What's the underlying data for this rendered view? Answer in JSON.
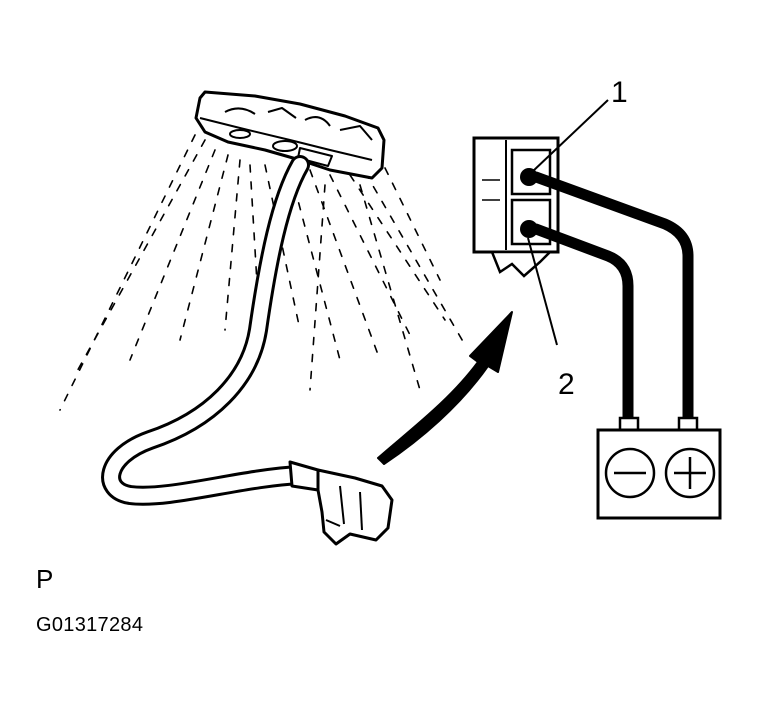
{
  "diagram": {
    "callouts": {
      "one": "1",
      "two": "2"
    },
    "view_letter": "P",
    "figure_id": "G01317284"
  }
}
